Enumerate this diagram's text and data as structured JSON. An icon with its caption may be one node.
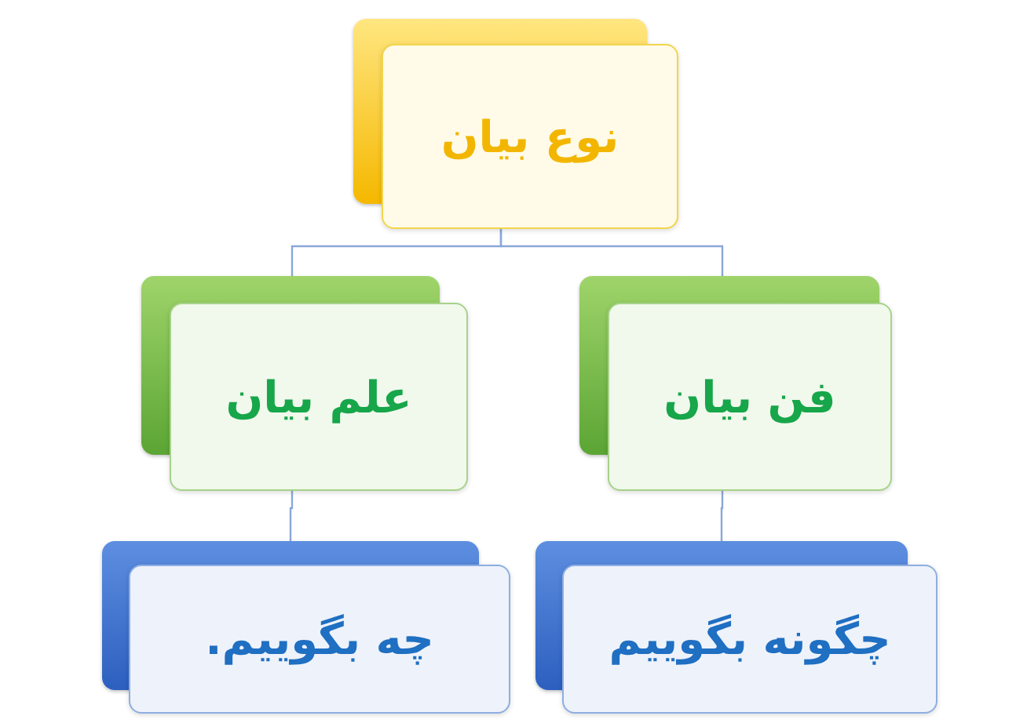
{
  "diagram": {
    "nodes": [
      {
        "text": [
          "نوع بیان"
        ]
      },
      {
        "text": [
          "فن بیان"
        ]
      },
      {
        "text": [
          "علم بیان"
        ]
      },
      {
        "text": [
          "چگونه بگوییم"
        ]
      },
      {
        "text": [
          "چه بگوییم."
        ]
      }
    ],
    "edges": [
      {
        "from": 0,
        "to": 1,
        "arrow": "none"
      },
      {
        "from": 0,
        "to": 2,
        "arrow": "none"
      },
      {
        "from": 1,
        "to": 3,
        "arrow": "none"
      },
      {
        "from": 2,
        "to": 4,
        "arrow": "none"
      }
    ]
  }
}
